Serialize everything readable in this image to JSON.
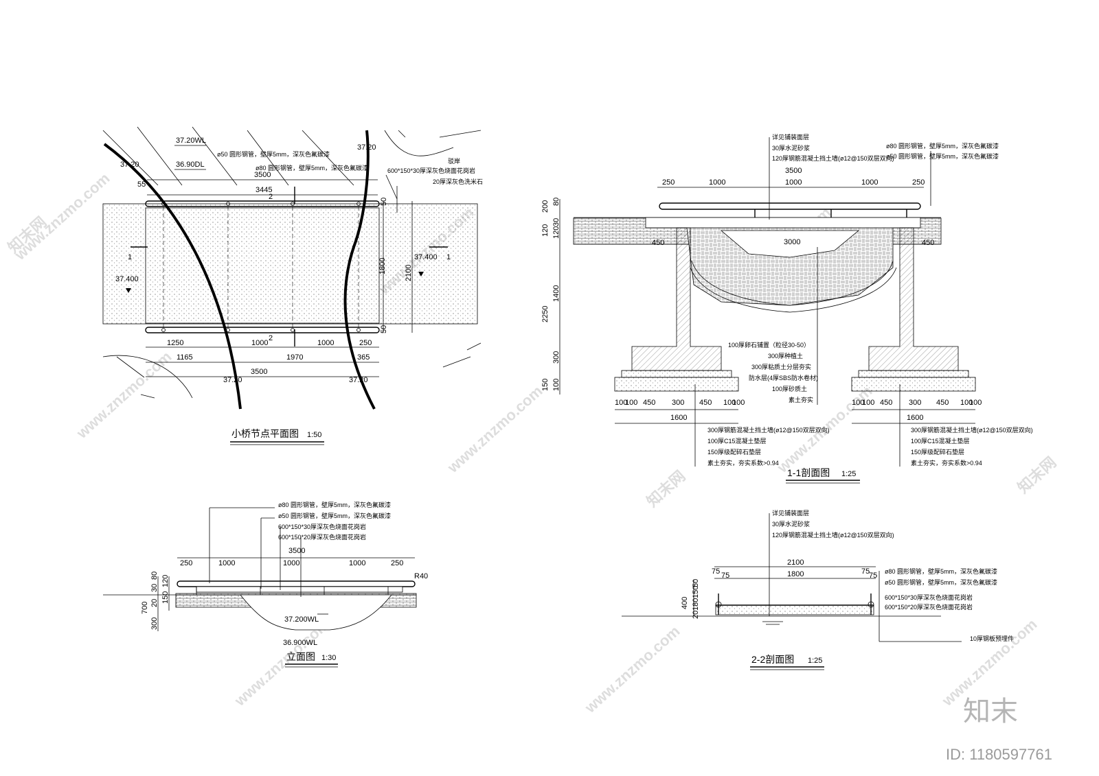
{
  "plan": {
    "title": "小桥节点平面图",
    "scale": "1:50",
    "levels": {
      "wl": "37.20WL",
      "dl": "36.90DL",
      "edge_tl": "37.20",
      "edge_tr": "37.20",
      "edge_bl": "37.20",
      "edge_br": "37.20",
      "left_floor": "37.400",
      "right_floor": "37.400"
    },
    "pipe_note_50": "ø50  圆形钢管，壁厚5mm，深灰色氟碳漆",
    "pipe_note_80": "ø80  圆形钢管，壁厚5mm，深灰色氟碳漆",
    "deck_note": "600*150*30厚深灰色烧面花岗岩",
    "edge_note": "20厚深灰色洗米石",
    "bank_note": "驳岸",
    "dims_top": [
      "3500",
      "3445",
      "55"
    ],
    "dims_right": [
      "50",
      "1800",
      "2100",
      "50"
    ],
    "dims_bottom_row1": [
      "1250",
      "1000",
      "1000",
      "250"
    ],
    "dims_bottom_row2": [
      "1165",
      "1970",
      "365"
    ],
    "dims_bottom_total": "3500",
    "section_marks": {
      "s1_left": "1",
      "s1_right": "1",
      "s2_top": "2",
      "s2_bottom": "2"
    }
  },
  "section11": {
    "title": "1-1剖面图",
    "scale": "1:25",
    "notes_top": [
      "详见铺装面层",
      "30厚水泥砂浆",
      "120厚钢筋混凝土挡土墙(ø12@150双层双向)"
    ],
    "rail_notes": [
      "ø80  圆形钢管，壁厚5mm，深灰色氟碳漆",
      "ø50  圆形钢管，壁厚5mm，深灰色氟碳漆"
    ],
    "dims_top_total": "3500",
    "dims_top": [
      "250",
      "1000",
      "1000",
      "1000",
      "250"
    ],
    "dims_left": [
      "200",
      "80",
      "120",
      "30",
      "120",
      "1400",
      "2250",
      "300",
      "150",
      "100"
    ],
    "dims_left_labels": [
      "200",
      "80\n20",
      "120\n30\n150",
      "1400",
      "2250",
      "300",
      "150\n100"
    ],
    "inner_width": "3000",
    "offset_left": "450",
    "offset_right": "450",
    "ground_notes": [
      "100厚卵石铺置（粒径30-50）",
      "300厚种植土",
      "300厚粘质土分层夯实",
      "防水层(4厚SBS防水卷材)",
      "100厚砂质土",
      "素土夯实"
    ],
    "footing_dims": [
      "100",
      "100",
      "450",
      "300",
      "450",
      "100",
      "100"
    ],
    "footing_total": "1600",
    "footing_notes": [
      "300厚钢筋混凝土挡土墙(ø12@150双层双向)",
      "100厚C15混凝土垫层",
      "150厚级配碎石垫层",
      "素土夯实，夯实系数>0.94"
    ]
  },
  "elevation": {
    "title": "立面图",
    "scale": "1:30",
    "notes": [
      "ø80  圆形钢管，壁厚5mm，深灰色氟碳漆",
      "ø50  圆形钢管，壁厚5mm，深灰色氟碳漆",
      "600*150*30厚深灰色烧面花岗岩",
      "600*150*20厚深灰色烧面花岗岩"
    ],
    "dims_top_total": "3500",
    "dims_top": [
      "250",
      "1000",
      "1000",
      "1000",
      "250"
    ],
    "radius": "R40",
    "dims_left": [
      "700",
      "300",
      "20",
      "30",
      "80",
      "150",
      "120"
    ],
    "levels": [
      "37.200WL",
      "36.900WL"
    ]
  },
  "section22": {
    "title": "2-2剖面图",
    "scale": "1:25",
    "notes_top": [
      "详见铺装面层",
      "30厚水泥砂浆",
      "120厚钢筋混凝土挡土墙(ø12@150双层双向)"
    ],
    "dims_top": [
      "2100",
      "1800"
    ],
    "dims_small_left": [
      "75",
      "75"
    ],
    "dims_small_right": [
      "75",
      "75"
    ],
    "dims_left": [
      "400",
      "20",
      "180",
      "150",
      "50"
    ],
    "notes_right": [
      "ø80  圆形钢管，壁厚5mm，深灰色氟碳漆",
      "ø50  圆形钢管，壁厚5mm，深灰色氟碳漆",
      "600*150*30厚深灰色烧面花岗岩",
      "600*150*20厚深灰色烧面花岗岩"
    ],
    "plate_note": "10厚钢板预埋件"
  },
  "watermark": {
    "site": "www.znzmo.com",
    "brand_cn": "知末网",
    "logo": "知末",
    "id": "ID: 1180597761"
  }
}
